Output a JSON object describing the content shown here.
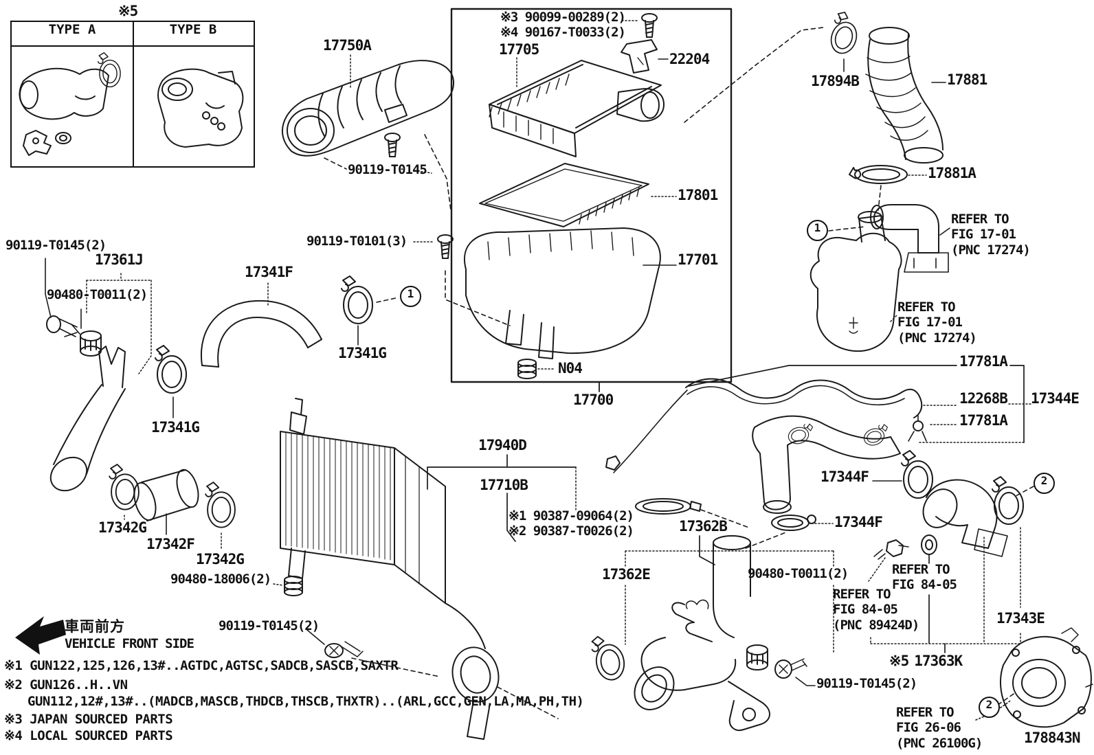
{
  "doc": {
    "drawing_id": "178843N",
    "bg": "#ffffff",
    "line_color": "#1a1a1a"
  },
  "inset": {
    "note": "※5",
    "type_a": "TYPE A",
    "type_b": "TYPE B"
  },
  "front": {
    "jp": "車両前方",
    "en": "VEHICLE FRONT SIDE"
  },
  "parts": {
    "p17750A": "17750A",
    "p17705": "17705",
    "p22204": "22204",
    "p17894B": "17894B",
    "p17881": "17881",
    "p17881A": "17881A",
    "p17801": "17801",
    "p17701": "17701",
    "p17700": "17700",
    "pN04": "N04",
    "p17361J": "17361J",
    "p17341F": "17341F",
    "p17341G": "17341G",
    "p17342G": "17342G",
    "p17342F": "17342F",
    "p17940D": "17940D",
    "p17710B": "17710B",
    "p17362B": "17362B",
    "p17362E": "17362E",
    "p17781A": "17781A",
    "p12268B": "12268B",
    "p17344E": "17344E",
    "p17344F": "17344F",
    "p17343E": "17343E",
    "p17363K": "17363K",
    "b90119T0145": "90119-T0145",
    "b90119T0145x2": "90119-T0145(2)",
    "b90119T0101x3": "90119-T0101(3)",
    "b90480T0011x2": "90480-T0011(2)",
    "b90480_18006x2": "90480-18006(2)"
  },
  "flags": {
    "n3_bolt": "※3 90099-00289(2)",
    "n4_bolt": "※4 90167-T0033(2)",
    "n1_mount": "※1 90387-09064(2)",
    "n2_mount": "※2 90387-T0026(2)",
    "n5": "※5"
  },
  "circles": {
    "c1": "1",
    "c2": "2"
  },
  "refs": {
    "fig1701": "REFER TO\nFIG 17-01\n(PNC 17274)",
    "fig8405": "REFER TO\nFIG 84-05",
    "fig8405pnc": "REFER TO\nFIG 84-05\n(PNC 89424D)",
    "fig2606": "REFER TO\nFIG 26-06\n(PNC 26100G)"
  },
  "notes": {
    "l1": "※1 GUN122,125,126,13#..AGTDC,AGTSC,SADCB,SASCB,SAXTR",
    "l2": "※2 GUN126..H..VN",
    "l3": "GUN112,12#,13#..(MADCB,MASCB,THDCB,THSCB,THXTR)..(ARL,GCC,GEN,LA,MA,PH,TH)",
    "l4": "※3 JAPAN SOURCED PARTS",
    "l5": "※4 LOCAL SOURCED PARTS"
  }
}
